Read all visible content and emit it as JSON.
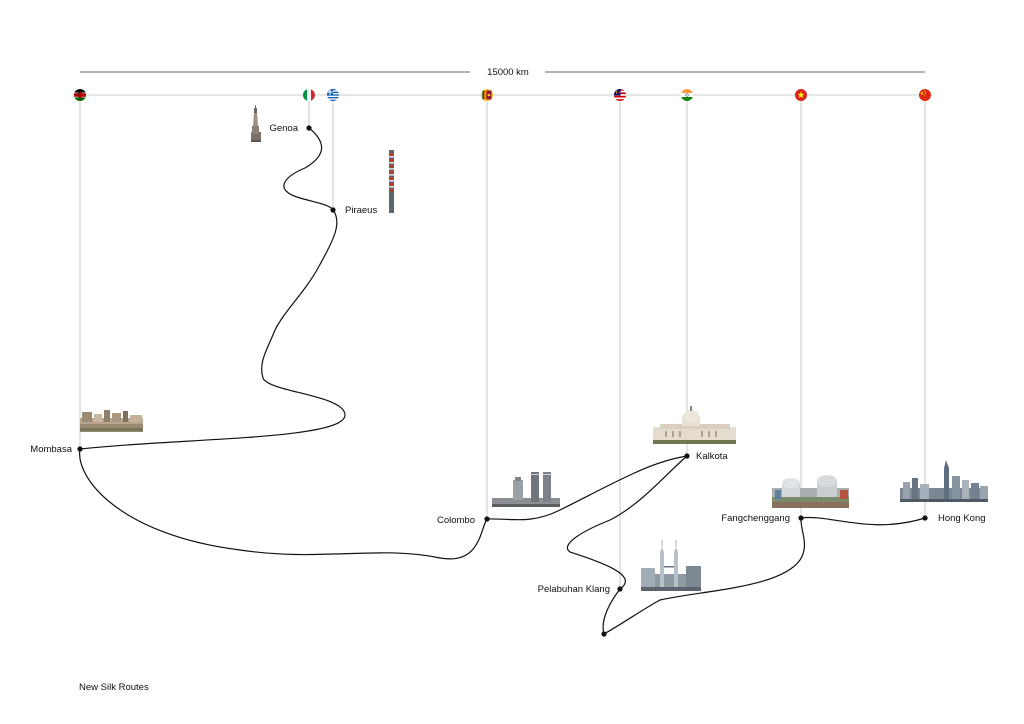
{
  "scale_label": "15000 km",
  "footer_title": "New Silk Routes",
  "ports": [
    {
      "name": "Genoa",
      "flag": "italy-flag-icon",
      "landmark": "lanterna-lighthouse"
    },
    {
      "name": "Piraeus",
      "flag": "greece-flag-icon",
      "landmark": "striped-chimney"
    },
    {
      "name": "Mombasa",
      "flag": "kenya-flag-icon",
      "landmark": "city-skyline"
    },
    {
      "name": "Colombo",
      "flag": "sri-lanka-flag-icon",
      "landmark": "twin-towers"
    },
    {
      "name": "Pelabuhan Klang",
      "flag": "malaysia-flag-icon",
      "landmark": "petronas-towers"
    },
    {
      "name": "Kalkota",
      "flag": "india-flag-icon",
      "landmark": "victoria-memorial"
    },
    {
      "name": "Fangchenggang",
      "flag": "vietnam-flag-icon",
      "landmark": "nuclear-plant"
    },
    {
      "name": "Hong Kong",
      "flag": "china-flag-icon",
      "landmark": "hong-kong-skyline"
    }
  ],
  "colors": {
    "route": "#111111",
    "guide_line": "#bdbdbd",
    "kenya": [
      "#000000",
      "#bb0000",
      "#006600"
    ],
    "italy": [
      "#009246",
      "#ffffff",
      "#ce2b37"
    ],
    "greece": [
      "#0d5eaf",
      "#ffffff"
    ],
    "sri_lanka": [
      "#8d153a",
      "#ffbe29"
    ],
    "malaysia": [
      "#cc0001",
      "#010066",
      "#ffcc00"
    ],
    "india": [
      "#ff9933",
      "#ffffff",
      "#138808"
    ],
    "vietnam": [
      "#da251d",
      "#ffff00"
    ],
    "china": [
      "#de2910",
      "#ffde00"
    ]
  }
}
